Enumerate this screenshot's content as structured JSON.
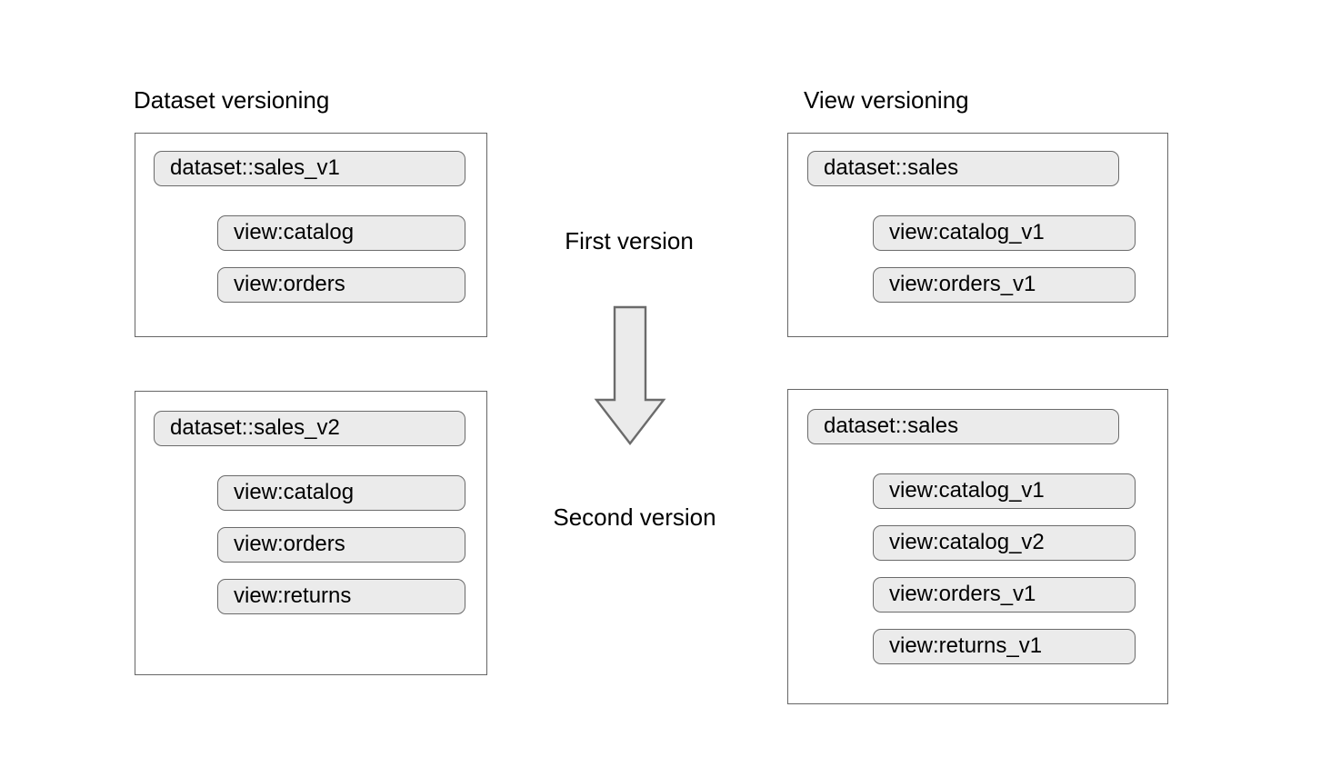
{
  "diagram": {
    "title_left": "Dataset versioning",
    "title_right": "View versioning",
    "stage_first": "First version",
    "stage_second": "Second version",
    "arrow_icon": "down-arrow-icon",
    "colors": {
      "chip_fill": "#ebebeb",
      "chip_border": "#6b6b6b",
      "panel_border": "#666666",
      "arrow_fill": "#ebebeb",
      "arrow_border": "#6b6b6b",
      "text": "#000000",
      "background": "#ffffff"
    }
  },
  "panels": {
    "dataset_v1": {
      "dataset_label": "dataset::sales_v1",
      "views": [
        "view:catalog",
        "view:orders"
      ]
    },
    "dataset_v2": {
      "dataset_label": "dataset::sales_v2",
      "views": [
        "view:catalog",
        "view:orders",
        "view:returns"
      ]
    },
    "view_v1": {
      "dataset_label": "dataset::sales",
      "views": [
        "view:catalog_v1",
        "view:orders_v1"
      ]
    },
    "view_v2": {
      "dataset_label": "dataset::sales",
      "views": [
        "view:catalog_v1",
        "view:catalog_v2",
        "view:orders_v1",
        "view:returns_v1"
      ]
    }
  }
}
